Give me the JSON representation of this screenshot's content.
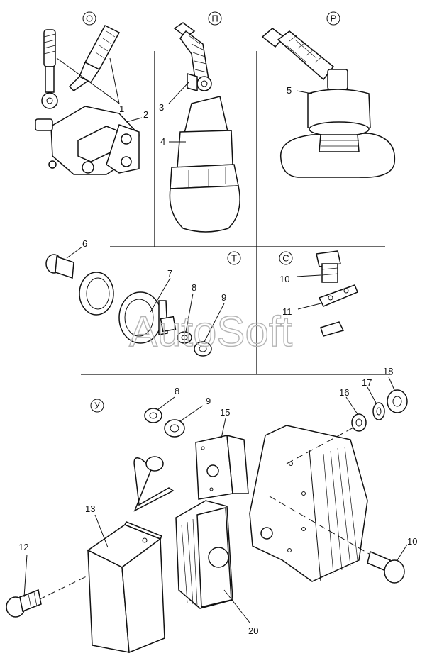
{
  "sections": [
    {
      "id": "O",
      "label": "О"
    },
    {
      "id": "P",
      "label": "П"
    },
    {
      "id": "R",
      "label": "Р"
    },
    {
      "id": "T",
      "label": "Т"
    },
    {
      "id": "S",
      "label": "С"
    },
    {
      "id": "U",
      "label": "У"
    }
  ],
  "callouts": {
    "n1": "1",
    "n2": "2",
    "n3": "3",
    "n4": "4",
    "n5": "5",
    "n6": "6",
    "n7": "7",
    "n8a": "8",
    "n9a": "9",
    "n10a": "10",
    "n11": "11",
    "n8b": "8",
    "n9b": "9",
    "n10b": "10",
    "n12": "12",
    "n13": "13",
    "n15": "15",
    "n16": "16",
    "n17": "17",
    "n18": "18",
    "n20": "20"
  },
  "watermark": "AutoSoft"
}
